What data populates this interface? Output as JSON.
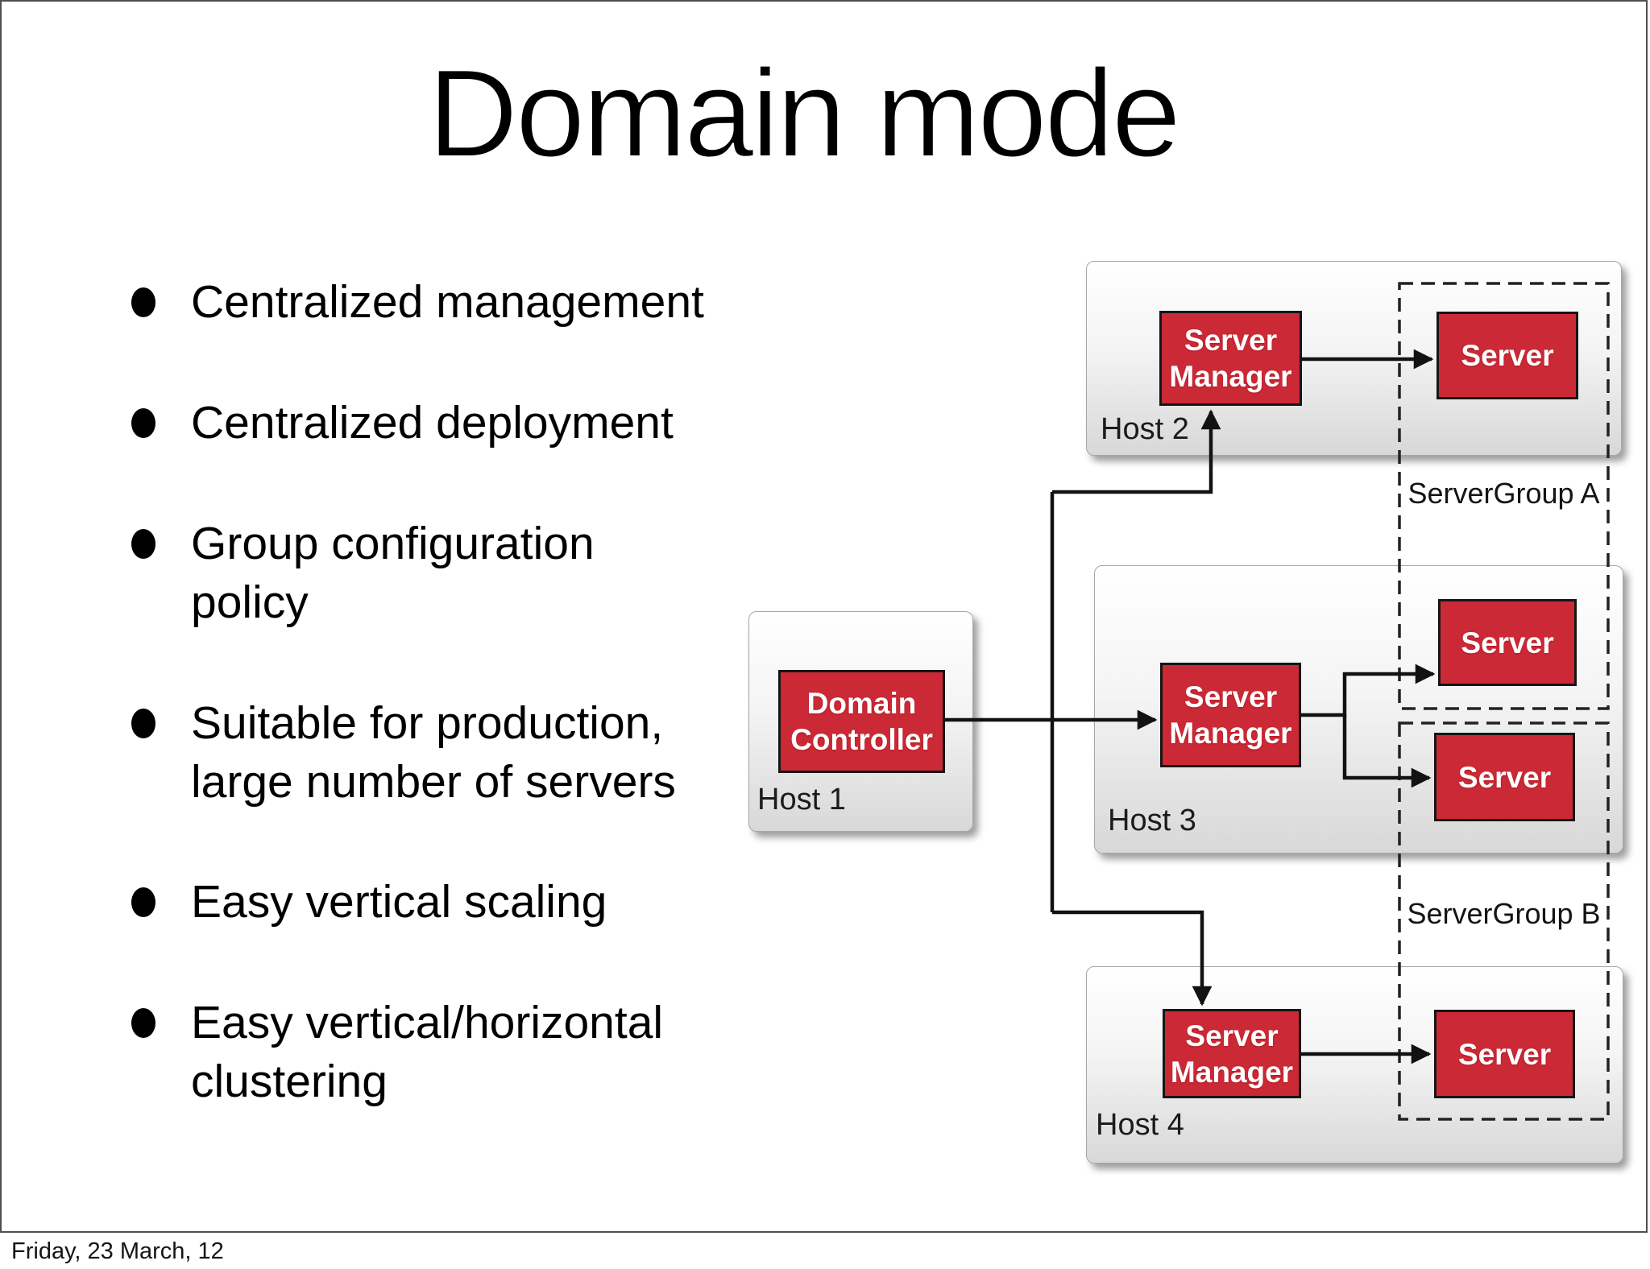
{
  "slide": {
    "title": "Domain mode",
    "footer": "Friday, 23 March, 12"
  },
  "bullets": [
    [
      "Centralized management"
    ],
    [
      "Centralized deployment"
    ],
    [
      "Group configuration",
      "policy"
    ],
    [
      "Suitable for production,",
      "large number of servers"
    ],
    [
      "Easy vertical scaling"
    ],
    [
      "Easy vertical/horizontal",
      "clustering"
    ]
  ],
  "diagram": {
    "host1": {
      "label": "Host 1",
      "controller": [
        "Domain",
        "Controller"
      ]
    },
    "host2": {
      "label": "Host 2",
      "manager": [
        "Server",
        "Manager"
      ],
      "server": "Server"
    },
    "host3": {
      "label": "Host 3",
      "manager": [
        "Server",
        "Manager"
      ],
      "servers": [
        "Server",
        "Server"
      ]
    },
    "host4": {
      "label": "Host 4",
      "manager": [
        "Server",
        "Manager"
      ],
      "server": "Server"
    },
    "groups": {
      "a": "ServerGroup A",
      "b": "ServerGroup B"
    }
  },
  "colors": {
    "node_red": "#CC2936",
    "line_black": "#121212",
    "slide_border": "#4F4F4F"
  }
}
